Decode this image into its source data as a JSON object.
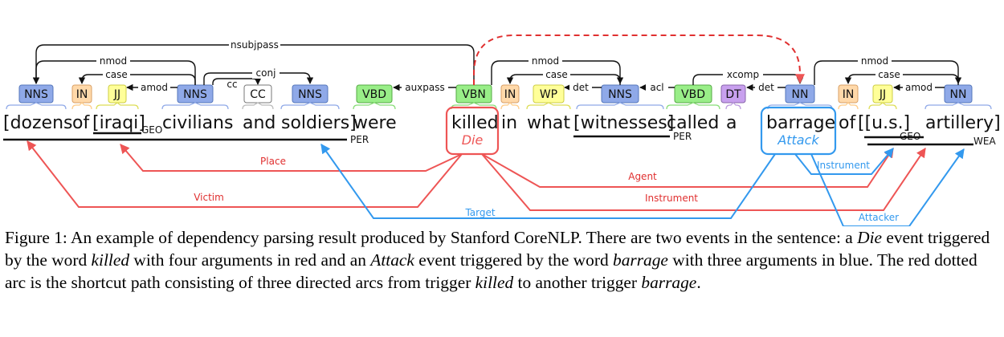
{
  "figure": {
    "words": [
      "[dozens",
      "of",
      "[iraqi]",
      "civilians",
      "and",
      "soldiers]",
      "were",
      "killed",
      "in",
      "what",
      "[witnesses]",
      "called",
      "a",
      "barrage",
      "of",
      "[[u.s.]",
      "artillery]"
    ],
    "pos_tags": [
      "NNS",
      "IN",
      "JJ",
      "NNS",
      "CC",
      "NNS",
      "VBD",
      "VBN",
      "IN",
      "WP",
      "NNS",
      "VBD",
      "DT",
      "NN",
      "IN",
      "JJ",
      "NN"
    ],
    "dependencies": [
      "nsubjpass",
      "nmod",
      "case",
      "amod",
      "cc",
      "conj",
      "auxpass",
      "nmod",
      "case",
      "det",
      "acl",
      "xcomp",
      "det",
      "nmod",
      "case",
      "amod"
    ],
    "entities": [
      "GEO",
      "PER",
      "PER",
      "GEO",
      "WEA"
    ],
    "triggers": [
      "Die",
      "Attack"
    ],
    "arguments": [
      "Place",
      "Victim",
      "Target",
      "Agent",
      "Instrument",
      "Instrument",
      "Attacker"
    ]
  },
  "caption": {
    "label": "Figure 1:",
    "parts": [
      " An example of dependency parsing result produced by Stanford CoreNLP. There are two events in the sentence: a ",
      "Die",
      " event triggered by the word ",
      "killed",
      " with four arguments in red and an ",
      "Attack",
      " event triggered by the word ",
      "barrage",
      " with three arguments in blue. The red dotted arc is the shortcut path consisting of three directed arcs from trigger ",
      "killed",
      " to another trigger ",
      "barrage",
      "."
    ]
  },
  "colors": {
    "red": "#ee5555",
    "blue": "#3399ee",
    "noun_tag": "#8fa9e8",
    "verb_tag": "#99ee88",
    "prep_tag": "#ffd9aa",
    "adj_tag": "#ffff99",
    "det_tag": "#c8a0ee"
  }
}
